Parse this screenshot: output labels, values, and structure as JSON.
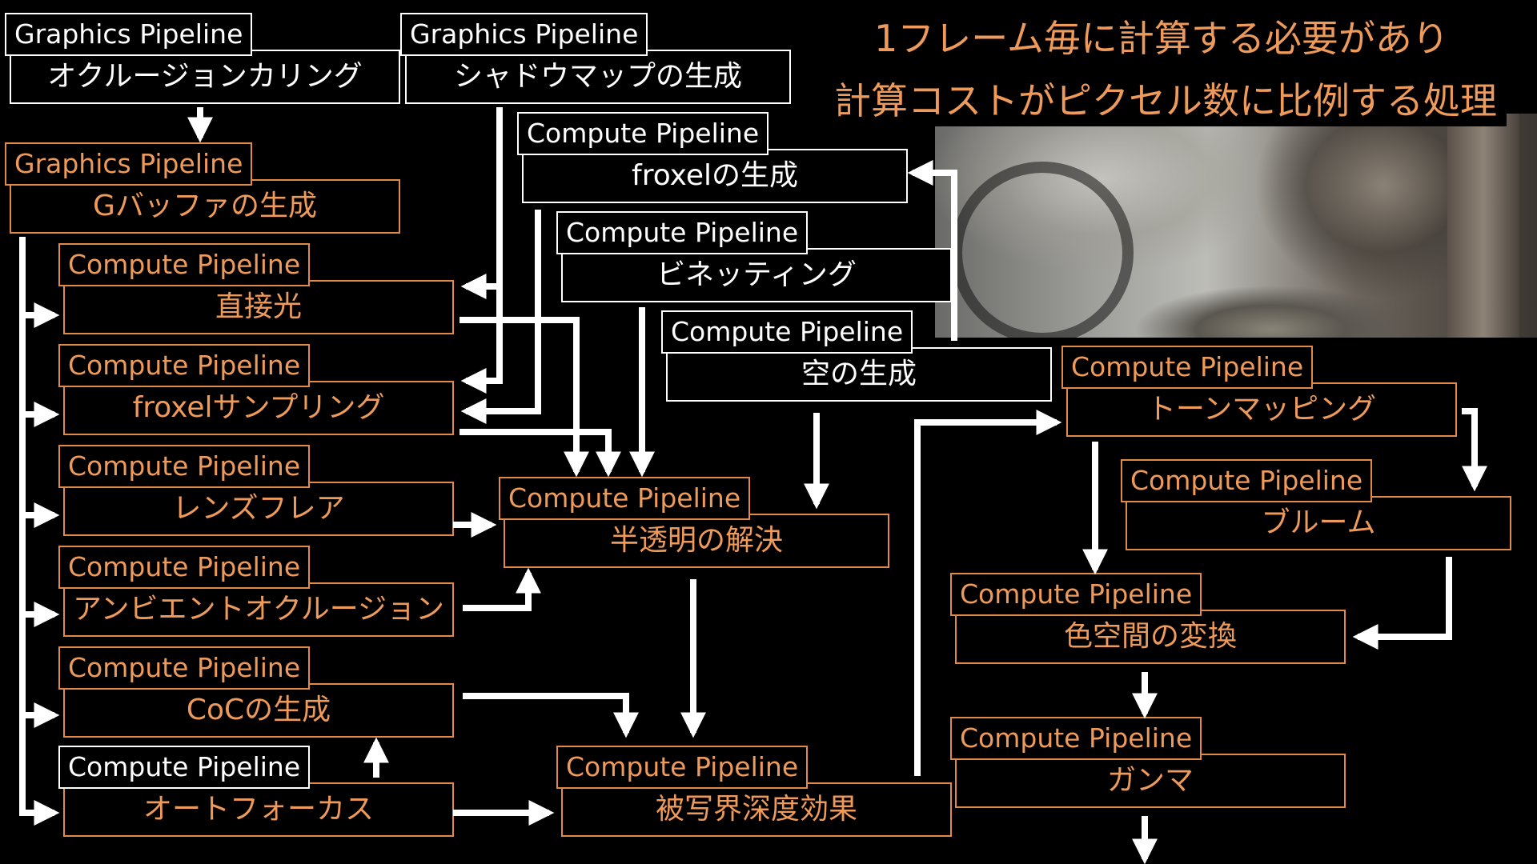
{
  "headline": {
    "line1": "1フレーム毎に計算する必要があり",
    "line2": "計算コストがピクセル数に比例する処理"
  },
  "nodes": {
    "occlusion": {
      "pipeline": "Graphics Pipeline",
      "label": "オクルージョンカリング"
    },
    "shadow": {
      "pipeline": "Graphics Pipeline",
      "label": "シャドウマップの生成"
    },
    "gbuffer": {
      "pipeline": "Graphics Pipeline",
      "label": "Gバッファの生成"
    },
    "froxel_gen": {
      "pipeline": "Compute Pipeline",
      "label": "froxelの生成"
    },
    "vignette": {
      "pipeline": "Compute Pipeline",
      "label": "ビネッティング"
    },
    "direct": {
      "pipeline": "Compute Pipeline",
      "label": "直接光"
    },
    "froxel_samp": {
      "pipeline": "Compute Pipeline",
      "label": "froxelサンプリング"
    },
    "sky": {
      "pipeline": "Compute Pipeline",
      "label": "空の生成"
    },
    "tonemap": {
      "pipeline": "Compute Pipeline",
      "label": "トーンマッピング"
    },
    "lensflare": {
      "pipeline": "Compute Pipeline",
      "label": "レンズフレア"
    },
    "translucent": {
      "pipeline": "Compute Pipeline",
      "label": "半透明の解決"
    },
    "bloom": {
      "pipeline": "Compute Pipeline",
      "label": "ブルーム"
    },
    "ao": {
      "pipeline": "Compute Pipeline",
      "label": "アンビエントオクルージョン"
    },
    "colorspace": {
      "pipeline": "Compute Pipeline",
      "label": "色空間の変換"
    },
    "coc": {
      "pipeline": "Compute Pipeline",
      "label": "CoCの生成"
    },
    "autofocus": {
      "pipeline": "Compute Pipeline",
      "label": "オートフォーカス"
    },
    "dof": {
      "pipeline": "Compute Pipeline",
      "label": "被写界深度効果"
    },
    "gamma": {
      "pipeline": "Compute Pipeline",
      "label": "ガンマ"
    }
  },
  "colors": {
    "highlight": "#ee9a5a",
    "normal": "#ffffff",
    "background": "#000000"
  }
}
